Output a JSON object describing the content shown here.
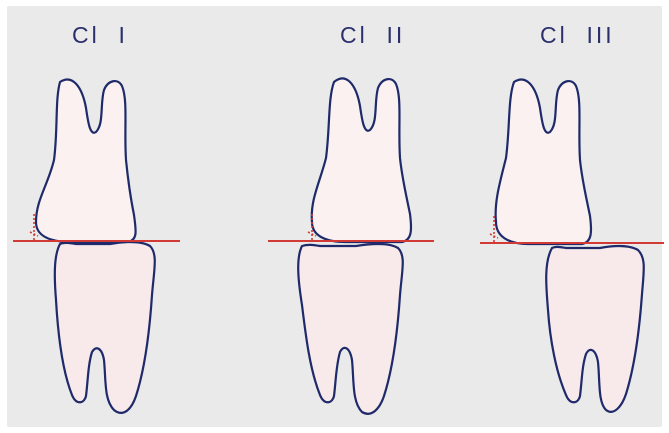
{
  "labels": {
    "class_1": "Cl  I",
    "class_2": "Cl  II",
    "class_3": "Cl  III"
  },
  "colors": {
    "background": "#eaeaea",
    "tooth_fill": "#f8e9ea",
    "tooth_outline": "#1f2a6b",
    "occlusal_line": "#d23a35",
    "label_text": "#2b2f6b"
  }
}
